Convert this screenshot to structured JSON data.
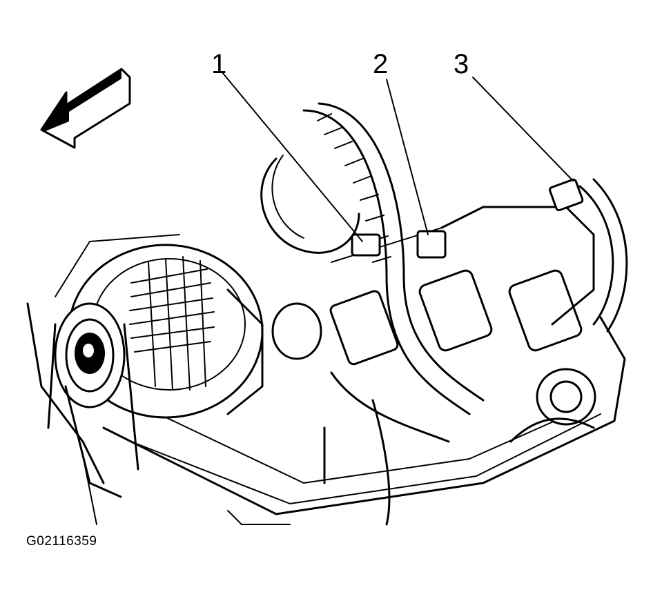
{
  "callouts": [
    {
      "label": "1"
    },
    {
      "label": "2"
    },
    {
      "label": "3"
    }
  ],
  "figure_id": "G02116359",
  "icons": [
    "direction-arrow-icon"
  ]
}
